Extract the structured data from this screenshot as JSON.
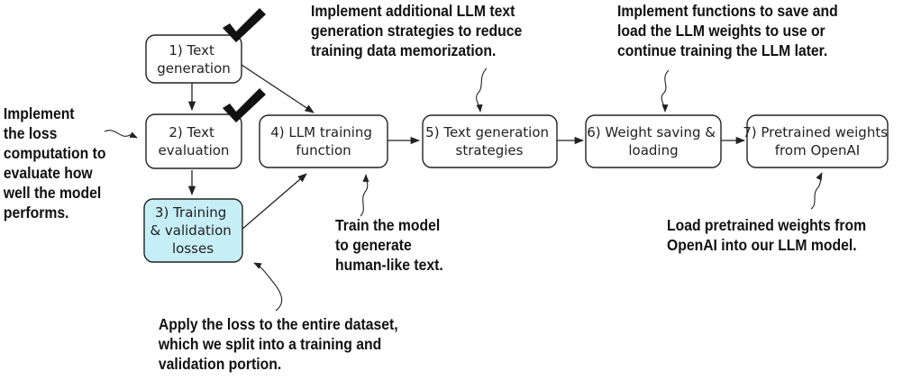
{
  "boxes": [
    {
      "id": "b1",
      "lines": [
        "1) Text",
        "generation"
      ],
      "highlight": false
    },
    {
      "id": "b2",
      "lines": [
        "2) Text",
        "evaluation"
      ],
      "highlight": false
    },
    {
      "id": "b3",
      "lines": [
        "3) Training",
        "& validation",
        "losses"
      ],
      "highlight": true
    },
    {
      "id": "b4",
      "lines": [
        "4) LLM training",
        "function"
      ],
      "highlight": false
    },
    {
      "id": "b5",
      "lines": [
        "5) Text generation",
        "strategies"
      ],
      "highlight": false
    },
    {
      "id": "b6",
      "lines": [
        "6) Weight saving &",
        "loading"
      ],
      "highlight": false
    },
    {
      "id": "b7",
      "lines": [
        "7) Pretrained weights",
        "from OpenAI"
      ],
      "highlight": false
    }
  ],
  "annotations": {
    "loss_computation": [
      "Implement",
      "the loss",
      "computation to",
      "evaluate how",
      "well the model",
      "performs."
    ],
    "generation_strategies": [
      "Implement additional LLM text",
      "generation strategies to reduce",
      "training data memorization."
    ],
    "save_weights": [
      "Implement functions to save and",
      "load the LLM weights to use or",
      "continue training the LLM later."
    ],
    "train_model": [
      "Train the model",
      "to generate",
      "human-like text."
    ],
    "pretrained_weights": [
      "Load pretrained weights from",
      "OpenAI into our LLM model."
    ],
    "apply_loss": [
      "Apply the loss to the entire dataset,",
      "which we split into a training and",
      "validation portion."
    ]
  },
  "completed_steps": [
    "b1",
    "b2"
  ],
  "colors": {
    "highlight_fill": "#c6eef6",
    "stroke": "#222222",
    "text": "#111111"
  }
}
